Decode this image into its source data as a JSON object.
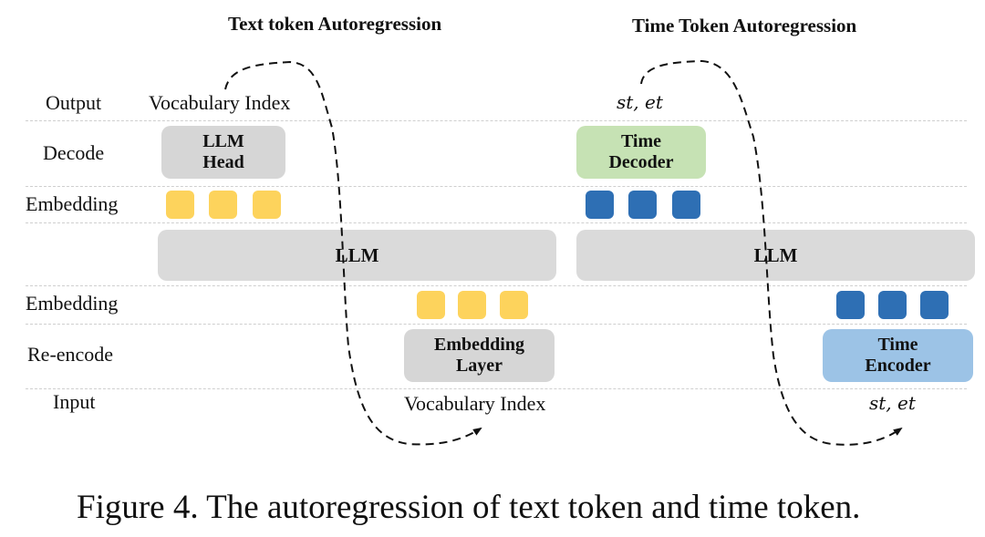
{
  "titles": {
    "left": "Text token Autoregression",
    "right": "Time Token Autoregression"
  },
  "row_labels": {
    "output": "Output",
    "decode": "Decode",
    "embedding_top": "Embedding",
    "embedding_bottom": "Embedding",
    "reencode": "Re-encode",
    "input": "Input"
  },
  "left": {
    "output_text": "Vocabulary Index",
    "head_line1": "LLM",
    "head_line2": "Head",
    "llm": "LLM",
    "embed_line1": "Embedding",
    "embed_line2": "Layer",
    "input_text": "Vocabulary Index"
  },
  "right": {
    "output_text": "st, et",
    "decoder_line1": "Time",
    "decoder_line2": "Decoder",
    "llm": "LLM",
    "encoder_line1": "Time",
    "encoder_line2": "Encoder",
    "input_text": "st, et"
  },
  "colors": {
    "token_yellow": "#fdd35c",
    "token_blue": "#2e6fb4",
    "box_gray": "#d6d6d6",
    "decoder_green": "#c6e2b4",
    "encoder_blue": "#9cc3e6"
  },
  "caption": "Figure 4. The autoregression of text token and time token."
}
